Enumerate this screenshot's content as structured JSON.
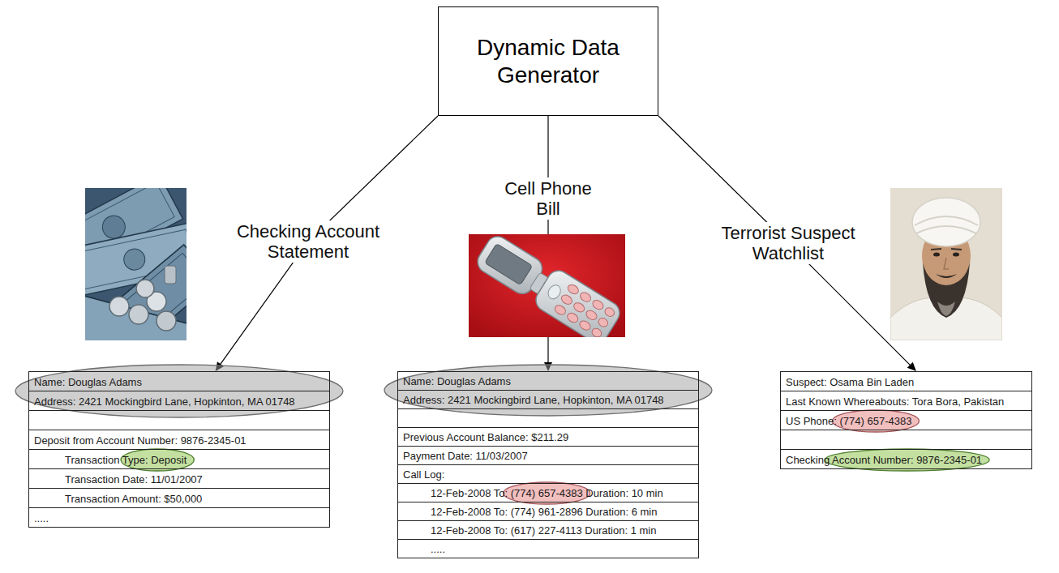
{
  "diagram": {
    "nodes": [
      {
        "text": [
          "Dynamic Data Generator"
        ]
      },
      {
        "text": [
          "Name: Douglas Adams",
          "Address: 2421 Mockingbird Lane, Hopkinton, MA 01748",
          "Deposit from Account Number: 9876-2345-01",
          "Transaction Type: Deposit",
          "Transaction Date: 11/01/2007",
          "Transaction Amount: $50,000",
          "....."
        ]
      },
      {
        "text": [
          "Name: Douglas Adams",
          "Address: 2421 Mockingbird Lane, Hopkinton, MA 01748",
          "Previous Account Balance: $211.29",
          "Payment Date: 11/03/2007",
          "Call Log:",
          "12-Feb-2008 To: (774) 657-4383 Duration: 10 min",
          "12-Feb-2008 To: (774) 961-2896 Duration: 6 min",
          "12-Feb-2008 To: (617) 227-4113 Duration: 1 min",
          "....."
        ]
      },
      {
        "text": [
          "Suspect: Osama Bin Laden",
          "Last Known Whereabouts: Tora Bora, Pakistan",
          "US Phone: (774) 657-4383",
          "Checking Account Number: 9876-2345-01"
        ]
      }
    ],
    "edges": [
      {
        "from": 0,
        "to": 1,
        "label": "Checking Account Statement",
        "arrow": "to"
      },
      {
        "from": 0,
        "to": 2,
        "label": "Cell Phone Bill",
        "arrow": "to"
      },
      {
        "from": 0,
        "to": 3,
        "label": "Terrorist Suspect Watchlist",
        "arrow": "to"
      }
    ]
  }
}
